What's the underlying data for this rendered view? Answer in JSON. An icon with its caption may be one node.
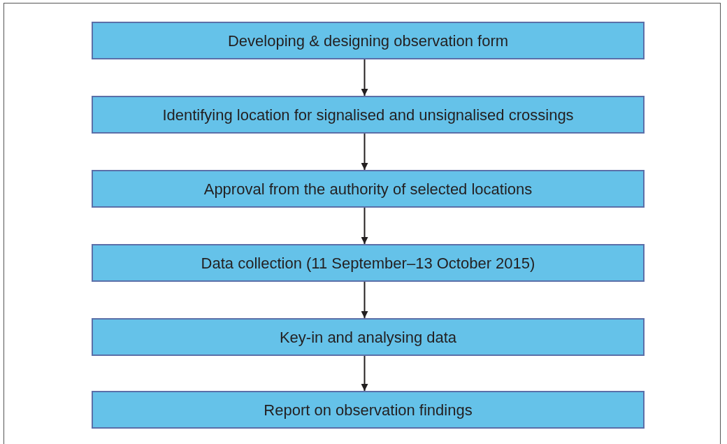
{
  "diagram": {
    "nodes": [
      {
        "text": [
          "Developing & designing observation form"
        ]
      },
      {
        "text": [
          "Identifying location for signalised and unsignalised crossings"
        ]
      },
      {
        "text": [
          "Approval from the authority of selected locations"
        ]
      },
      {
        "text": [
          "Data collection (11 September–13 October 2015)"
        ]
      },
      {
        "text": [
          "Key-in and analysing data"
        ]
      },
      {
        "text": [
          "Report on observation findings"
        ]
      }
    ],
    "edges": [
      {
        "from": 0,
        "to": 1,
        "arrow": "to"
      },
      {
        "from": 1,
        "to": 2,
        "arrow": "to"
      },
      {
        "from": 2,
        "to": 3,
        "arrow": "to"
      },
      {
        "from": 3,
        "to": 4,
        "arrow": "to"
      },
      {
        "from": 4,
        "to": 5,
        "arrow": "to"
      }
    ]
  }
}
